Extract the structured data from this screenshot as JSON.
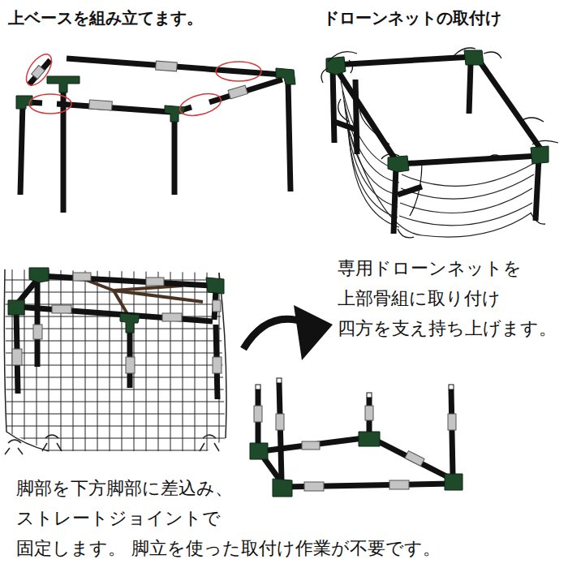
{
  "diagram": {
    "labels": [
      "上ベースを組み立てます。",
      "ドローンネットの取付け",
      "専用ドローンネットを 上部骨組に取り付け 四方を支え持ち上げます。",
      "脚部を下方脚部に差込み、 ストレートジョイントで 固定します。 脚立を使った取付け作業が不要です。"
    ]
  }
}
